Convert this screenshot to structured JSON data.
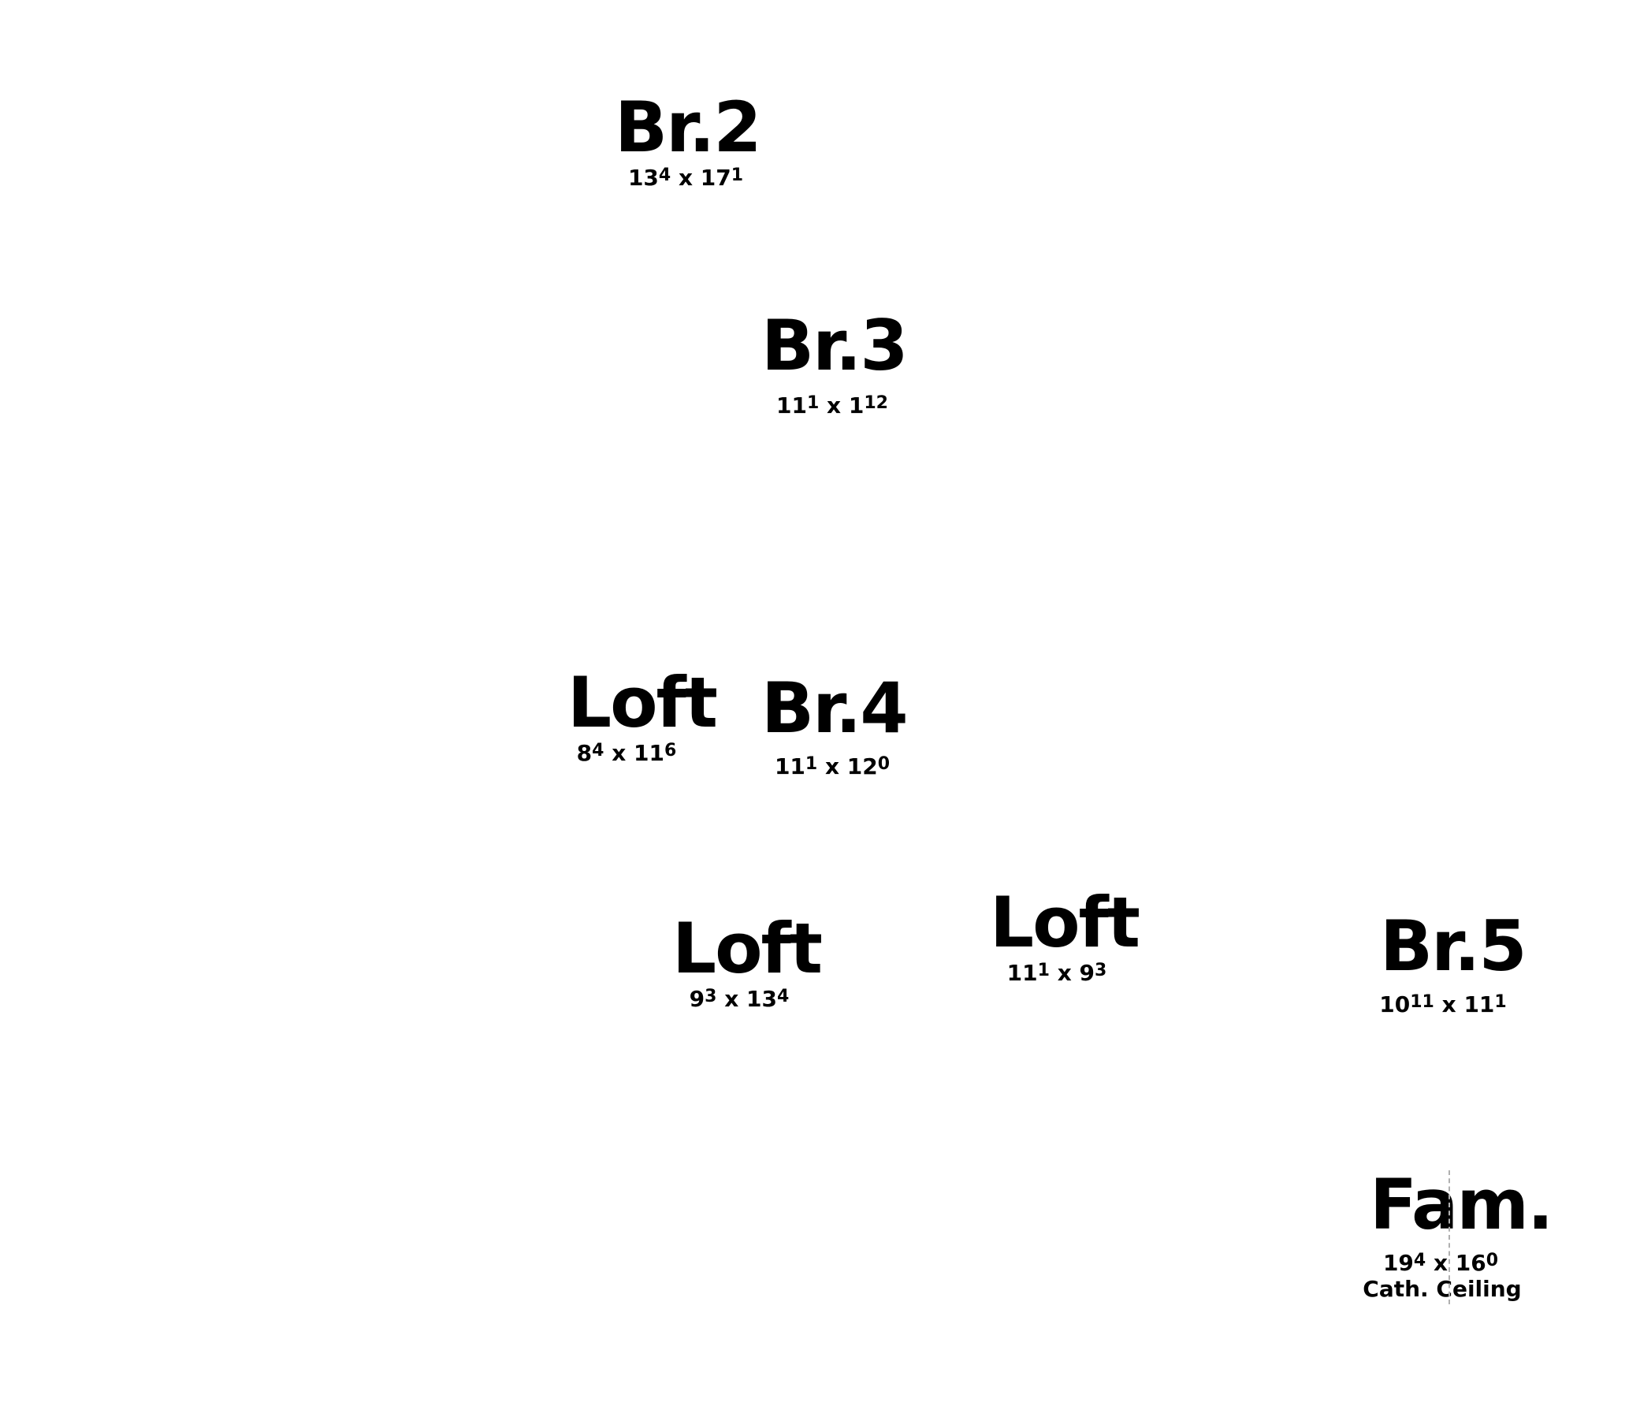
{
  "rooms": [
    {
      "name": "Br.2",
      "dim_a": "13",
      "sup_a": "4",
      "dim_b": "17",
      "sup_b": "1"
    },
    {
      "name": "Br.3",
      "dim_a": "11",
      "sup_a": "1",
      "dim_b": "1",
      "sup_b": "12"
    },
    {
      "name": "Loft",
      "dim_a": "8",
      "sup_a": "4",
      "dim_b": "11",
      "sup_b": "6"
    },
    {
      "name": "Br.4",
      "dim_a": "11",
      "sup_a": "1",
      "dim_b": "12",
      "sup_b": "0"
    },
    {
      "name": "Loft",
      "dim_a": "9",
      "sup_a": "3",
      "dim_b": "13",
      "sup_b": "4"
    },
    {
      "name": "Loft",
      "dim_a": "11",
      "sup_a": "1",
      "dim_b": "9",
      "sup_b": "3"
    },
    {
      "name": "Br.5",
      "dim_a": "10",
      "sup_a": "11",
      "dim_b": "11",
      "sup_b": "1"
    },
    {
      "name": "Fam.",
      "dim_a": "19",
      "sup_a": "4",
      "dim_b": "16",
      "sup_b": "0",
      "note": "Cath. Ceiling"
    }
  ],
  "separator": "x"
}
